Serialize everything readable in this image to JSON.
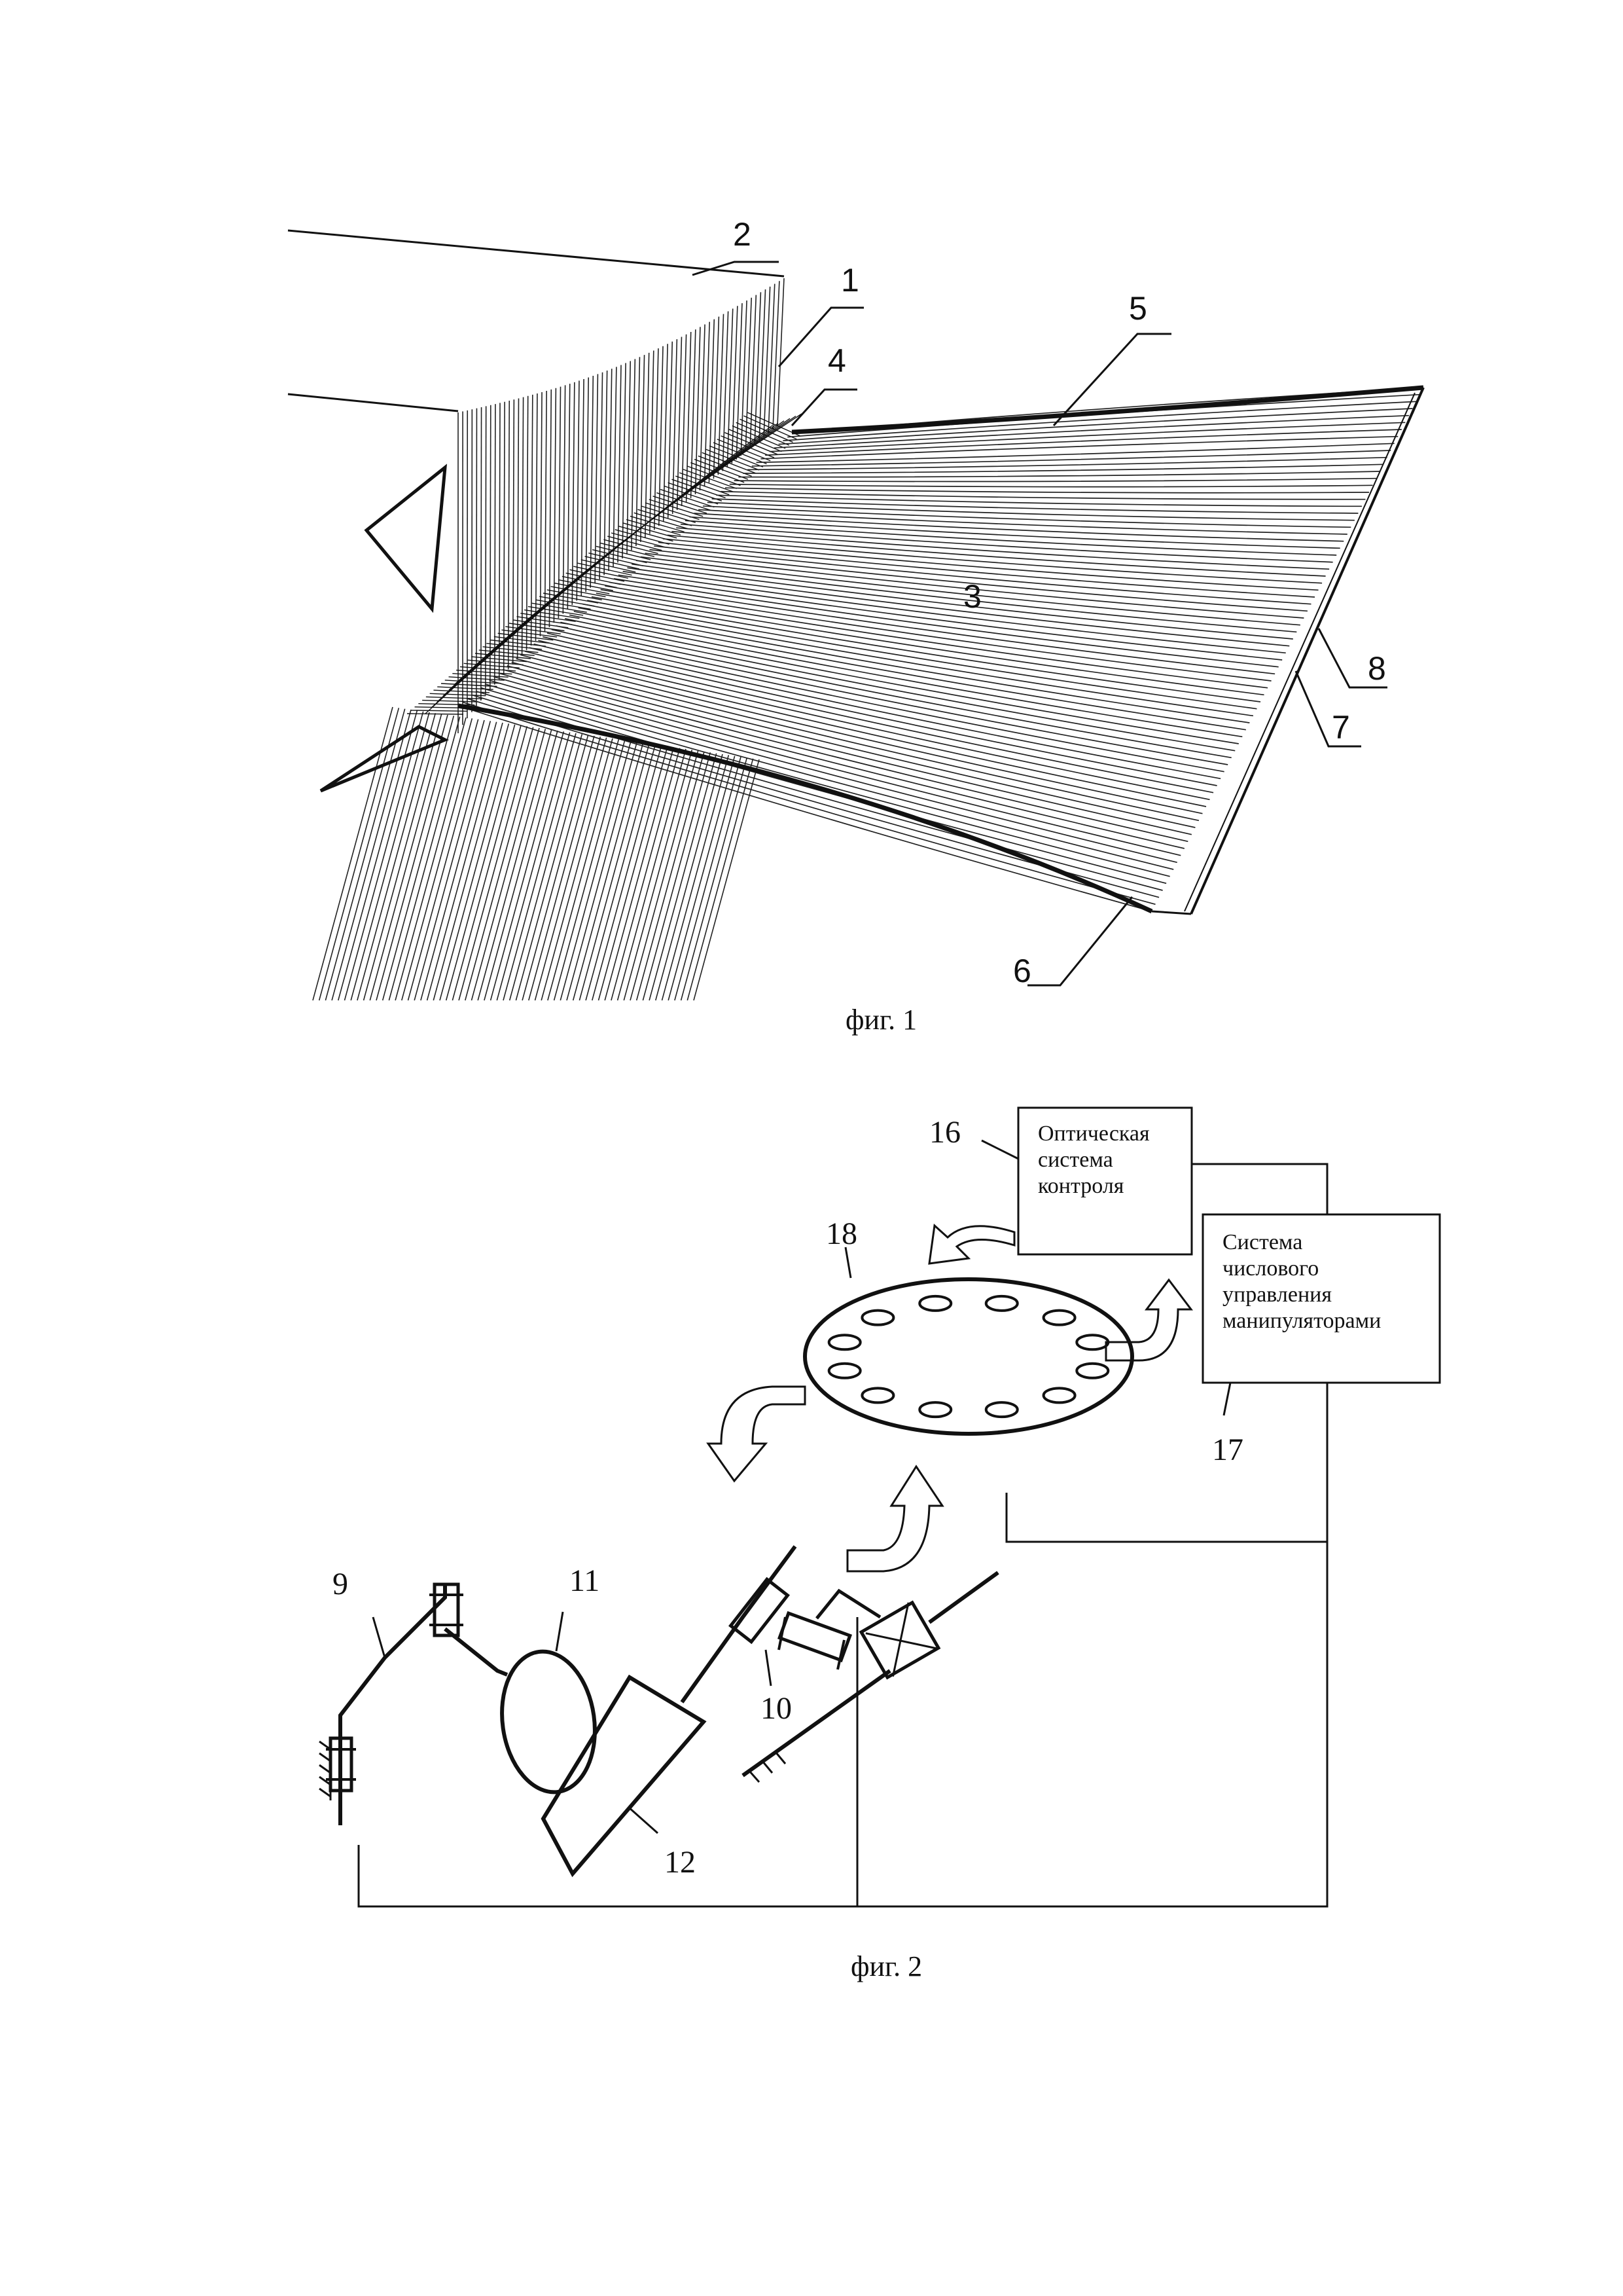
{
  "figure1": {
    "caption": "фиг. 1",
    "labels": [
      "2",
      "1",
      "4",
      "5",
      "3",
      "8",
      "7",
      "6"
    ]
  },
  "figure2": {
    "caption": "фиг. 2",
    "labels": [
      "16",
      "18",
      "9",
      "11",
      "10",
      "12",
      "17"
    ],
    "optical_box": [
      "Оптическая",
      "система",
      "контроля"
    ],
    "cnc_box": [
      "Система",
      "числового",
      "управления",
      "манипуляторами"
    ]
  }
}
